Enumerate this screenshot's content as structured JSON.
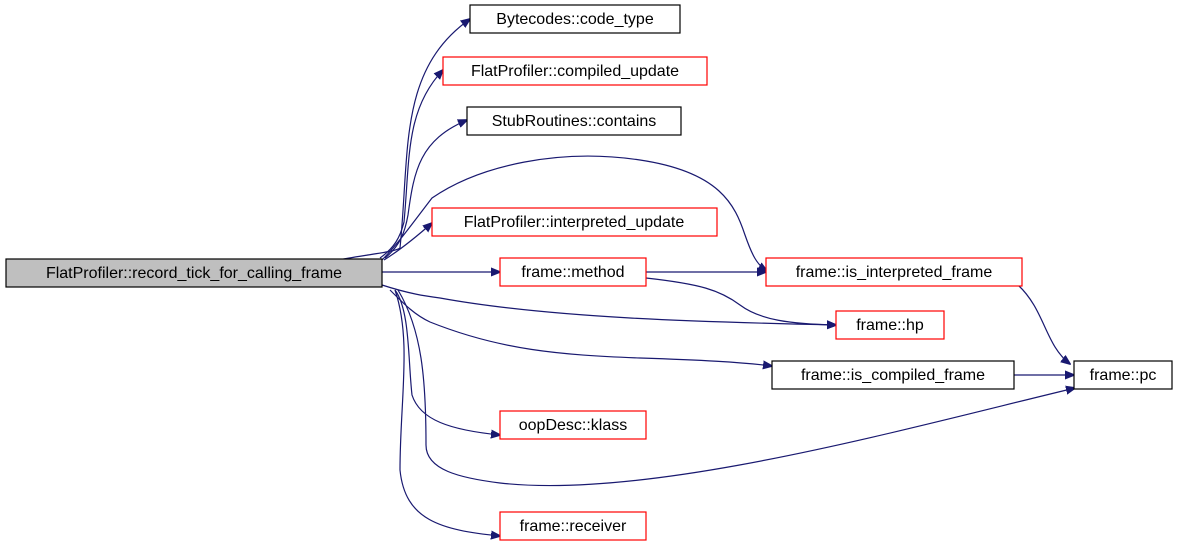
{
  "colors": {
    "edge": "#191970",
    "root_fill": "#bfbfbf",
    "linked_border": "#ff0000",
    "plain_border": "#000000"
  },
  "nodes": {
    "root": {
      "label": "FlatProfiler::record_tick_for_calling_frame"
    },
    "code_type": {
      "label": "Bytecodes::code_type"
    },
    "compiled_update": {
      "label": "FlatProfiler::compiled_update"
    },
    "stub_contains": {
      "label": "StubRoutines::contains"
    },
    "interpreted_update": {
      "label": "FlatProfiler::interpreted_update"
    },
    "method": {
      "label": "frame::method"
    },
    "is_interpreted_frame": {
      "label": "frame::is_interpreted_frame"
    },
    "hp": {
      "label": "frame::hp"
    },
    "is_compiled_frame": {
      "label": "frame::is_compiled_frame"
    },
    "pc": {
      "label": "frame::pc"
    },
    "klass": {
      "label": "oopDesc::klass"
    },
    "receiver": {
      "label": "frame::receiver"
    }
  }
}
